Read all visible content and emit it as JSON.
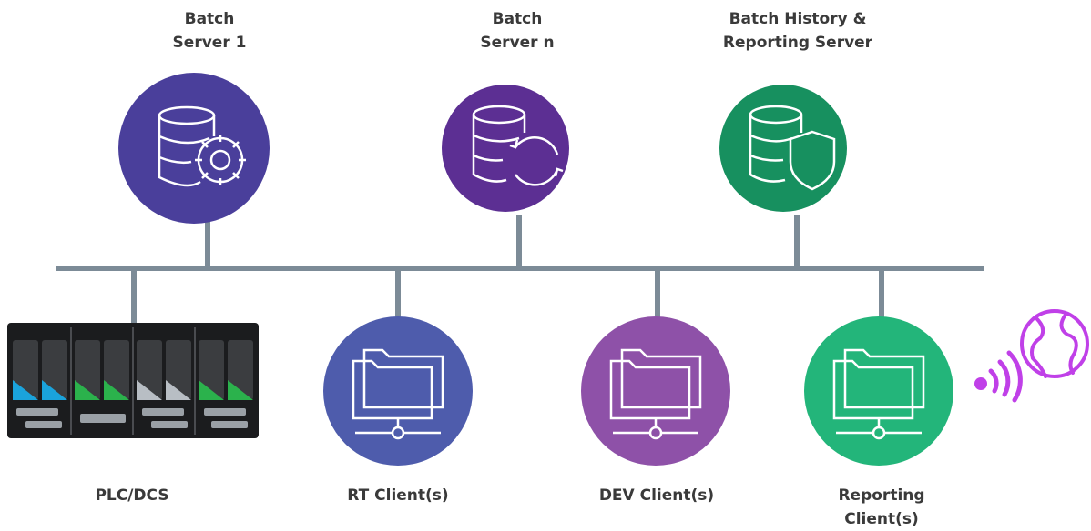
{
  "servers": [
    {
      "name": "Batch\nServer 1",
      "color": "#4a3f9b",
      "icon": "database-gear-icon"
    },
    {
      "name": "Batch\nServer n",
      "color": "#5c2f93",
      "icon": "database-sync-icon"
    },
    {
      "name": "Batch History &\nReporting Server",
      "color": "#17905f",
      "icon": "database-shield-icon"
    }
  ],
  "clients": [
    {
      "name": "PLC/DCS",
      "icon": "plc-rack-image"
    },
    {
      "name": "RT Client(s)",
      "color": "#4e5cac",
      "icon": "network-folder-icon"
    },
    {
      "name": "DEV Client(s)",
      "color": "#8e51a8",
      "icon": "network-folder-icon"
    },
    {
      "name": "Reporting\nClient(s)",
      "color": "#23b57a",
      "icon": "network-folder-icon"
    }
  ],
  "colors": {
    "bus": "#7c8b97",
    "wireless": "#c040e8"
  },
  "extra_icons": [
    "wireless-globe-icon"
  ]
}
